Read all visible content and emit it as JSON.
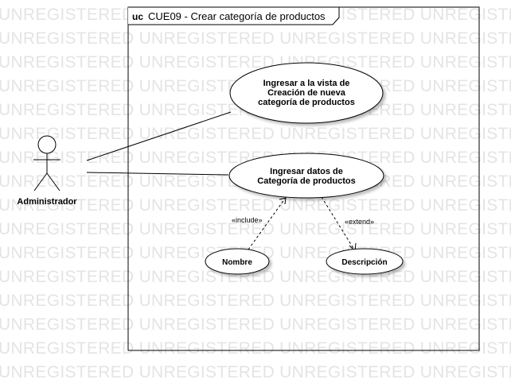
{
  "watermark": {
    "text": "UNREGISTERED UNREGISTERED UNREGISTERED UNREGISTERED",
    "color": "#e4e4e4"
  },
  "frame": {
    "keyword": "uc",
    "title": "CUE09 - Crear categoría de productos"
  },
  "actor": {
    "name": "Administrador"
  },
  "use_cases": {
    "ingresar_vista": {
      "lines": [
        "Ingresar a la vista de",
        "Creación de nueva",
        "categoría de productos"
      ]
    },
    "ingresar_datos": {
      "lines": [
        "Ingresar datos de",
        "Categoría de productos"
      ]
    },
    "nombre": {
      "label": "Nombre"
    },
    "descripcion": {
      "label": "Descripción"
    }
  },
  "relations": {
    "include_label": "«include»",
    "extend_label": "«extend»"
  }
}
